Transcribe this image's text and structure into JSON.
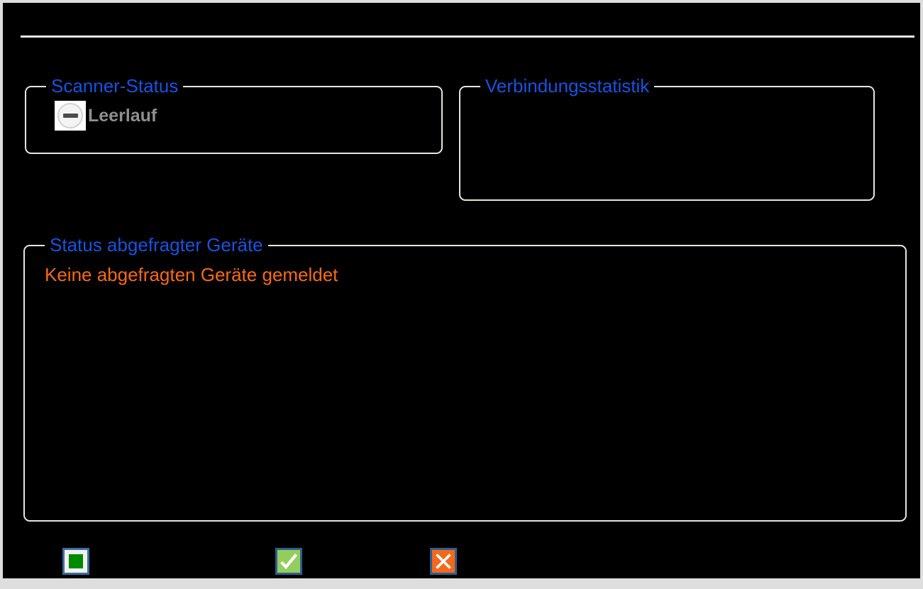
{
  "window": {
    "background_color": "#000000",
    "frame_color": "#dedede",
    "separator_color": "#e9e9e9"
  },
  "theme": {
    "group_title_color": "#1553e2",
    "group_border_color": "#e6e6da",
    "status_text_color": "#8f8f8f",
    "warning_text_color": "#f96a10",
    "icon_border_color": "#3a6d9e",
    "accept_color": "#93ce5c",
    "reject_color": "#f4681b",
    "stop_color": "#008a00"
  },
  "groups": {
    "scanner_status": {
      "title": "Scanner-Status",
      "status_icon": "minus-circle-icon",
      "status_label": "Leerlauf"
    },
    "connection_stats": {
      "title": "Verbindungsstatistik",
      "content": ""
    },
    "queried_devices": {
      "title": "Status abgefragter Geräte",
      "message": "Keine abgefragten Geräte gemeldet"
    }
  },
  "toolbar": {
    "buttons": [
      {
        "name": "stop-button",
        "icon": "green-square-stop-icon",
        "label": ""
      },
      {
        "name": "accept-button",
        "icon": "green-check-icon",
        "label": ""
      },
      {
        "name": "reject-button",
        "icon": "orange-cross-icon",
        "label": ""
      }
    ]
  }
}
